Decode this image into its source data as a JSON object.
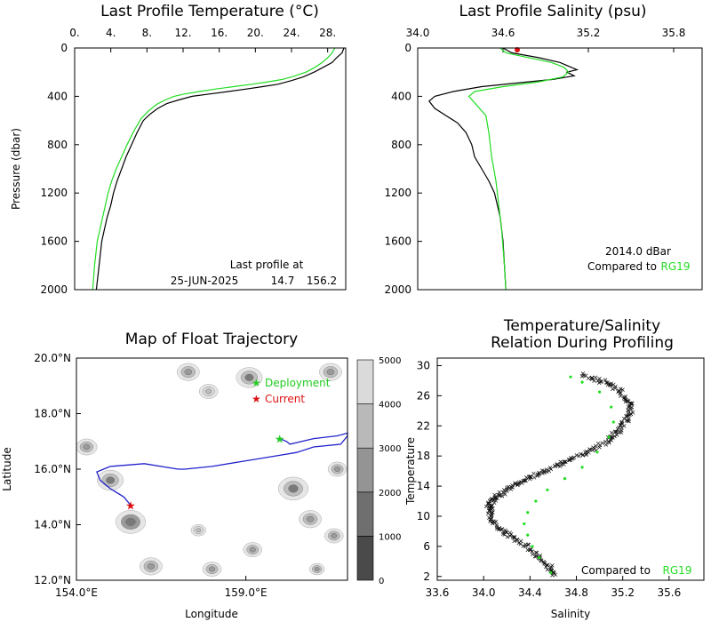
{
  "colors": {
    "observed": "#000000",
    "reference": "#22dd22",
    "track": "#2222cc",
    "current": "#dd1111",
    "deployment": "#22cc22"
  },
  "chart_data": [
    {
      "id": "temperature",
      "type": "line",
      "title": "Last Profile Temperature (°C)",
      "ylabel": "Pressure (dbar)",
      "xlim": [
        0,
        30
      ],
      "ylim": [
        2000,
        0
      ],
      "xticks": [
        "0.",
        "4.",
        "8.",
        "12.",
        "16.",
        "20.",
        "24.",
        "28."
      ],
      "xtick_values": [
        0,
        4,
        8,
        12,
        16,
        20,
        24,
        28
      ],
      "yticks": [
        "0",
        "400",
        "800",
        "1200",
        "1600",
        "2000"
      ],
      "ytick_values": [
        0,
        400,
        800,
        1200,
        1600,
        2000
      ],
      "notes": [
        "Last profile at",
        "25-JUN-2025",
        "14.7",
        "156.2"
      ],
      "series": [
        {
          "x": [
            29.8,
            29.6,
            29.0,
            28.5,
            27.5,
            26.5,
            25.3,
            24.0,
            22.5,
            20.8,
            19.0,
            17.0,
            15.0,
            13.0,
            11.5,
            10.2,
            9.2,
            8.3,
            7.6,
            6.9,
            6.3,
            5.7,
            5.2,
            4.7,
            4.3,
            4.0,
            3.6,
            3.3,
            3.0,
            2.7,
            2.4
          ],
          "y": [
            0,
            40,
            80,
            120,
            160,
            200,
            240,
            270,
            300,
            320,
            340,
            360,
            380,
            400,
            430,
            460,
            500,
            550,
            600,
            700,
            800,
            900,
            1000,
            1100,
            1200,
            1300,
            1400,
            1500,
            1600,
            1800,
            2000
          ]
        },
        {
          "x": [
            28.8,
            28.5,
            28.0,
            27.4,
            26.6,
            25.6,
            24.4,
            23.0,
            21.4,
            19.6,
            17.6,
            15.6,
            13.8,
            12.2,
            11.0,
            10.0,
            9.0,
            8.2,
            7.4,
            6.6,
            5.8,
            5.2,
            4.6,
            4.1,
            3.7,
            3.4,
            3.1,
            2.8,
            2.5,
            2.2,
            2.0
          ],
          "y": [
            0,
            40,
            80,
            120,
            160,
            200,
            230,
            260,
            280,
            300,
            320,
            340,
            360,
            380,
            400,
            430,
            470,
            520,
            580,
            680,
            800,
            900,
            1000,
            1100,
            1200,
            1300,
            1400,
            1500,
            1600,
            1800,
            2000
          ]
        }
      ]
    },
    {
      "id": "salinity",
      "type": "line",
      "title": "Last Profile Salinity (psu)",
      "xlim": [
        34.0,
        36.0
      ],
      "ylim": [
        2000,
        0
      ],
      "xticks": [
        "34.0",
        "34.6",
        "35.2",
        "35.8"
      ],
      "xtick_values": [
        34.0,
        34.6,
        35.2,
        35.8
      ],
      "yticks": [
        "0",
        "400",
        "800",
        "1200",
        "1600",
        "2000"
      ],
      "ytick_values": [
        0,
        400,
        800,
        1200,
        1600,
        2000
      ],
      "notes": [
        "2014.0 dBar",
        "Compared to",
        "RG19"
      ],
      "series": [
        {
          "x": [
            34.6,
            34.66,
            34.85,
            35.0,
            35.06,
            35.12,
            35.05,
            35.1,
            34.95,
            34.7,
            34.45,
            34.25,
            34.12,
            34.08,
            34.12,
            34.2,
            34.28,
            34.34,
            34.38,
            34.4,
            34.45,
            34.5,
            34.54,
            34.56,
            34.58,
            34.6,
            34.61,
            34.62
          ],
          "y": [
            0,
            40,
            80,
            120,
            150,
            180,
            200,
            230,
            260,
            290,
            320,
            360,
            400,
            440,
            500,
            560,
            620,
            700,
            800,
            900,
            1000,
            1100,
            1200,
            1300,
            1400,
            1600,
            1800,
            2000
          ]
        },
        {
          "x": [
            34.58,
            34.62,
            34.78,
            34.94,
            35.03,
            35.06,
            35.02,
            34.85,
            34.6,
            34.4,
            34.36,
            34.42,
            34.48,
            34.5,
            34.52,
            34.55,
            34.57,
            34.59,
            34.61,
            34.62
          ],
          "y": [
            0,
            40,
            80,
            120,
            160,
            200,
            240,
            280,
            320,
            360,
            400,
            480,
            560,
            700,
            900,
            1100,
            1300,
            1500,
            1800,
            2000
          ]
        }
      ],
      "marker": {
        "x": 34.7,
        "y": 0
      }
    },
    {
      "id": "trajectory",
      "type": "map",
      "title": "Map of Float Trajectory",
      "xlabel": "Longitude",
      "ylabel": "Latitude",
      "xlim": [
        154.0,
        162.0
      ],
      "ylim": [
        12.0,
        20.0
      ],
      "xticks": [
        "154.0°E",
        "159.0°E"
      ],
      "xtick_values": [
        154.0,
        159.0
      ],
      "yticks": [
        "12.0°N",
        "14.0°N",
        "16.0°N",
        "18.0°N",
        "20.0°N"
      ],
      "ytick_values": [
        12.0,
        14.0,
        16.0,
        18.0,
        20.0
      ],
      "legend": [
        "Deployment",
        "Current"
      ],
      "colorbar_ticks": [
        "0",
        "1000",
        "2000",
        "3000",
        "4000",
        "5000"
      ],
      "colorbar_values": [
        0,
        1000,
        2000,
        3000,
        4000,
        5000
      ],
      "deployment": [
        160.0,
        17.1
      ],
      "current": [
        155.6,
        14.7
      ],
      "track": {
        "lon": [
          160.0,
          160.2,
          160.3,
          161.0,
          161.7,
          162.0,
          162.0,
          161.8,
          161.0,
          160.5,
          160.0,
          159.0,
          158.0,
          157.2,
          157.0,
          156.0,
          155.0,
          154.6,
          154.7,
          155.0,
          155.4,
          155.6
        ],
        "lat": [
          17.1,
          17.0,
          16.9,
          17.1,
          17.2,
          17.3,
          17.2,
          16.9,
          16.8,
          16.6,
          16.5,
          16.3,
          16.1,
          16.0,
          16.0,
          16.2,
          16.1,
          15.9,
          15.6,
          15.3,
          15.0,
          14.7
        ]
      },
      "seamounts": [
        {
          "lon": 155.0,
          "lat": 15.6,
          "r": 0.35,
          "depth": 3000
        },
        {
          "lon": 155.6,
          "lat": 14.1,
          "r": 0.4,
          "depth": 3500
        },
        {
          "lon": 154.3,
          "lat": 16.8,
          "r": 0.28,
          "depth": 2500
        },
        {
          "lon": 157.3,
          "lat": 19.5,
          "r": 0.3,
          "depth": 2500
        },
        {
          "lon": 157.9,
          "lat": 18.8,
          "r": 0.25,
          "depth": 1500
        },
        {
          "lon": 159.1,
          "lat": 19.3,
          "r": 0.35,
          "depth": 3000
        },
        {
          "lon": 161.5,
          "lat": 19.5,
          "r": 0.3,
          "depth": 2500
        },
        {
          "lon": 160.4,
          "lat": 15.3,
          "r": 0.4,
          "depth": 3000
        },
        {
          "lon": 160.9,
          "lat": 14.2,
          "r": 0.3,
          "depth": 2500
        },
        {
          "lon": 161.6,
          "lat": 13.6,
          "r": 0.25,
          "depth": 2000
        },
        {
          "lon": 158.0,
          "lat": 12.4,
          "r": 0.25,
          "depth": 2000
        },
        {
          "lon": 156.2,
          "lat": 12.5,
          "r": 0.3,
          "depth": 2500
        },
        {
          "lon": 159.2,
          "lat": 13.1,
          "r": 0.25,
          "depth": 2000
        },
        {
          "lon": 161.7,
          "lat": 16.0,
          "r": 0.25,
          "depth": 2500
        },
        {
          "lon": 157.6,
          "lat": 13.8,
          "r": 0.2,
          "depth": 1500
        },
        {
          "lon": 161.1,
          "lat": 12.4,
          "r": 0.2,
          "depth": 2000
        }
      ]
    },
    {
      "id": "ts",
      "type": "scatter",
      "title": [
        "Temperature/Salinity",
        "Relation During Profiling"
      ],
      "xlabel": "Salinity",
      "ylabel": "Temperature",
      "xlim": [
        33.6,
        35.9
      ],
      "ylim": [
        1.5,
        31
      ],
      "xticks": [
        "33.6",
        "34.0",
        "34.4",
        "34.8",
        "35.2",
        "35.6"
      ],
      "xtick_values": [
        33.6,
        34.0,
        34.4,
        34.8,
        35.2,
        35.6
      ],
      "yticks": [
        "2",
        "6",
        "10",
        "14",
        "18",
        "22",
        "26",
        "30"
      ],
      "ytick_values": [
        2,
        6,
        10,
        14,
        18,
        22,
        26,
        30
      ],
      "notes": [
        "Compared to",
        "RG19"
      ],
      "observed": {
        "salinity": [
          34.62,
          34.55,
          34.45,
          34.32,
          34.2,
          34.1,
          34.05,
          34.05,
          34.1,
          34.2,
          34.32,
          34.45,
          34.6,
          34.75,
          34.9,
          35.05,
          35.15,
          35.22,
          35.26,
          35.25,
          35.15,
          35.0,
          34.85
        ],
        "temperature": [
          2.2,
          3.5,
          5.0,
          6.5,
          7.8,
          9.0,
          10.5,
          11.5,
          12.5,
          13.5,
          14.5,
          15.5,
          16.5,
          17.5,
          18.5,
          19.8,
          21.0,
          22.5,
          24.0,
          25.5,
          27.0,
          28.0,
          28.8
        ]
      },
      "reference": {
        "salinity": [
          34.58,
          34.48,
          34.42,
          34.38,
          34.35,
          34.38,
          34.45,
          34.55,
          34.7,
          34.85,
          34.98,
          35.08,
          35.12,
          35.1,
          35.0,
          34.85,
          34.75
        ],
        "temperature": [
          2.5,
          4.5,
          6.0,
          7.5,
          9.0,
          10.5,
          12.0,
          13.5,
          15.0,
          16.5,
          18.5,
          20.5,
          22.5,
          24.5,
          26.5,
          27.8,
          28.5
        ]
      }
    }
  ]
}
